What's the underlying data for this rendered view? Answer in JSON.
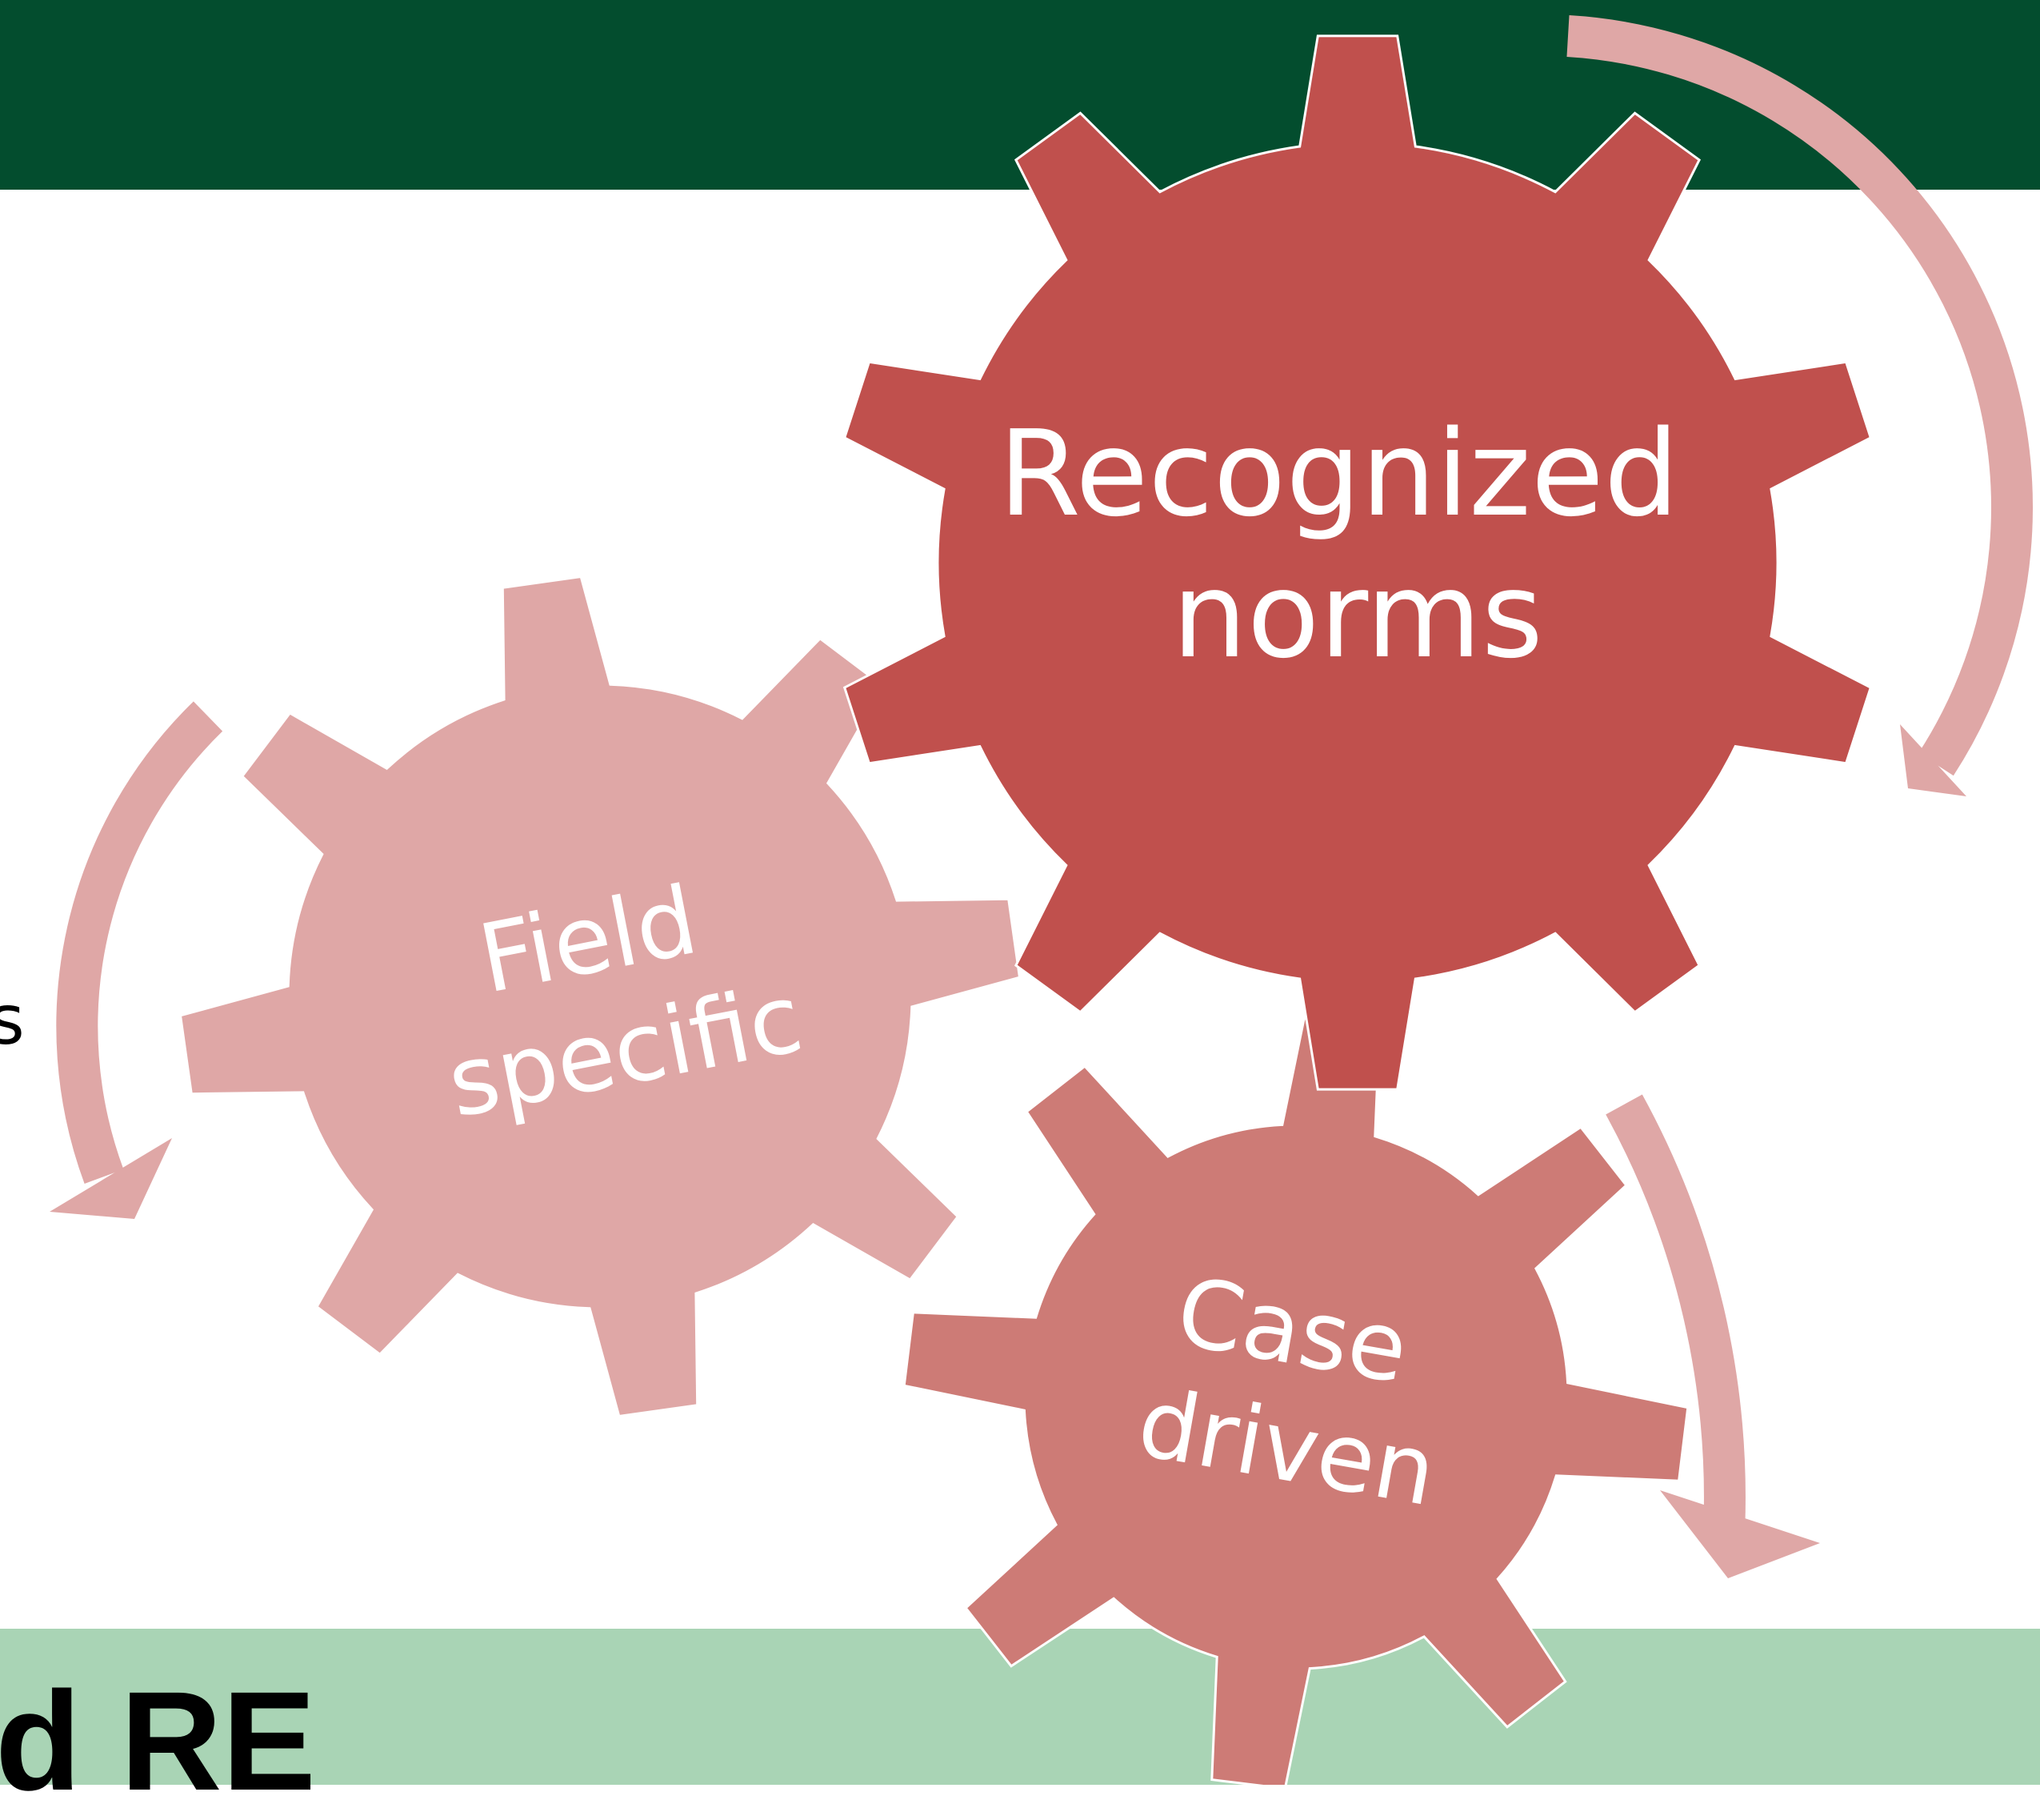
{
  "colors": {
    "top_band": "#034d2e",
    "bottom_band": "#a9d4b5",
    "gear_recognized": "#c0504d",
    "gear_field": "#dfa7a6",
    "gear_case": "#cd7b76",
    "arrow": "#dfa7a6"
  },
  "diagram": {
    "gears": [
      {
        "id": "recognized",
        "lines": [
          "Recognized",
          "norms"
        ]
      },
      {
        "id": "field",
        "lines": [
          "Field",
          "specific"
        ]
      },
      {
        "id": "case",
        "lines": [
          "Case",
          "driven"
        ]
      }
    ]
  },
  "footer": {
    "title_fragment": "d RE"
  },
  "left_fragment": "s"
}
